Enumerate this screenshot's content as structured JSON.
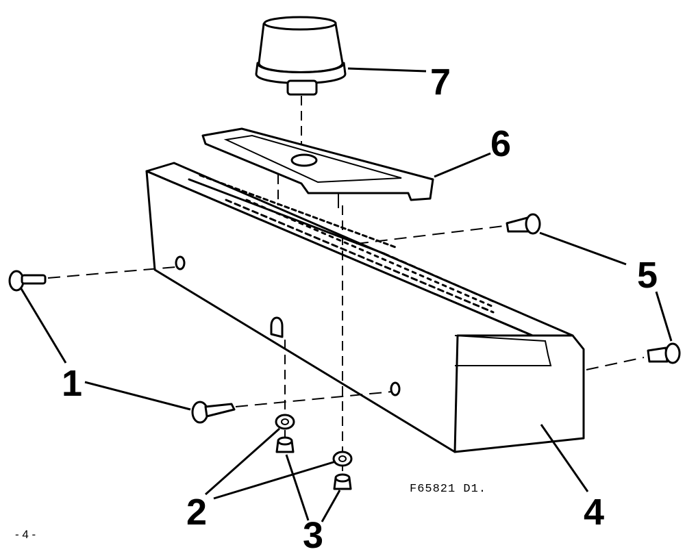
{
  "callouts": {
    "c1": "1",
    "c2": "2",
    "c3": "3",
    "c4": "4",
    "c5": "5",
    "c6": "6",
    "c7": "7"
  },
  "drawing_code": "F65821 D1.",
  "page_number": "- 4 -"
}
